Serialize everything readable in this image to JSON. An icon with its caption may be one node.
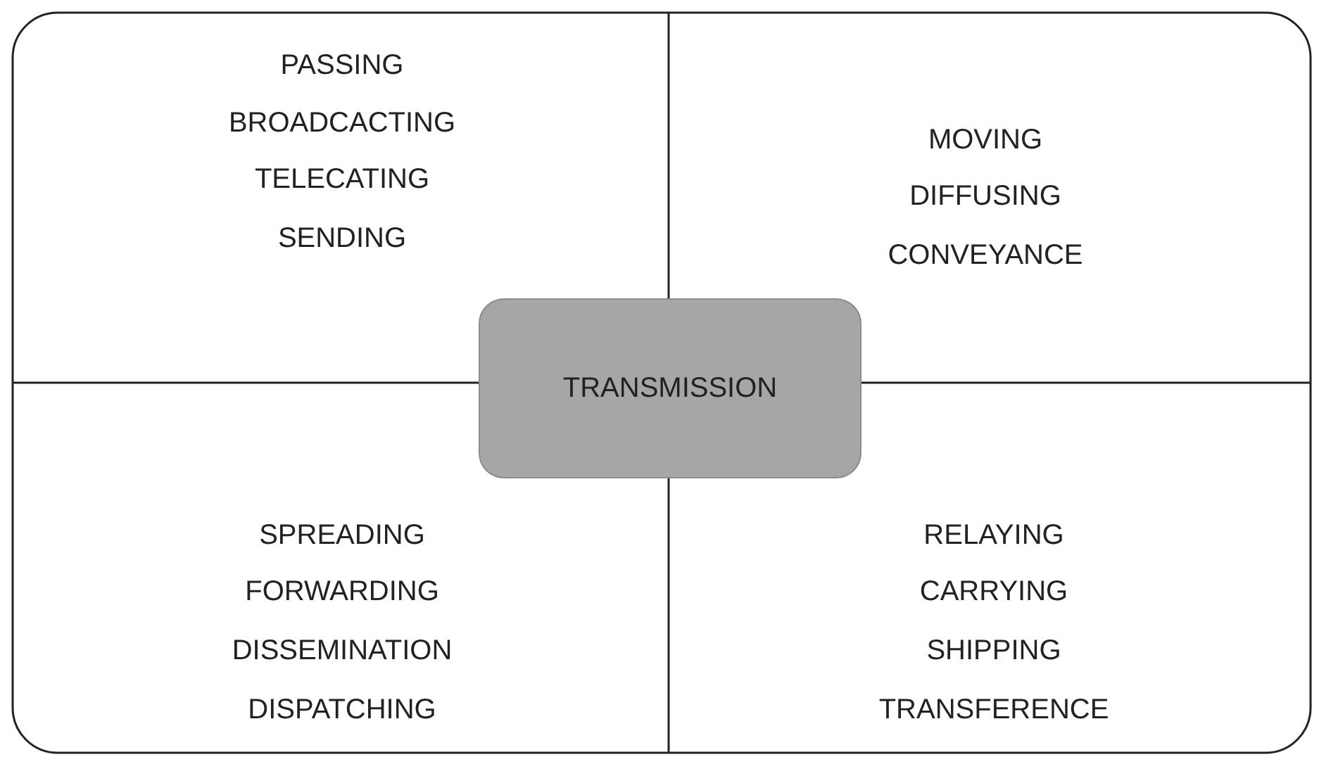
{
  "diagram": {
    "nodes": [
      {
        "text": [
          "TRANSMISSION"
        ]
      }
    ],
    "labels": [
      "PASSING",
      "BROADCACTING",
      "TELECATING",
      "SENDING",
      "MOVING",
      "DIFFUSING",
      "CONVEYANCE",
      "SPREADING",
      "FORWARDING",
      "DISSEMINATION",
      "DISPATCHING",
      "RELAYING",
      "CARRYING",
      "SHIPPING",
      "TRANSFERENCE"
    ]
  }
}
